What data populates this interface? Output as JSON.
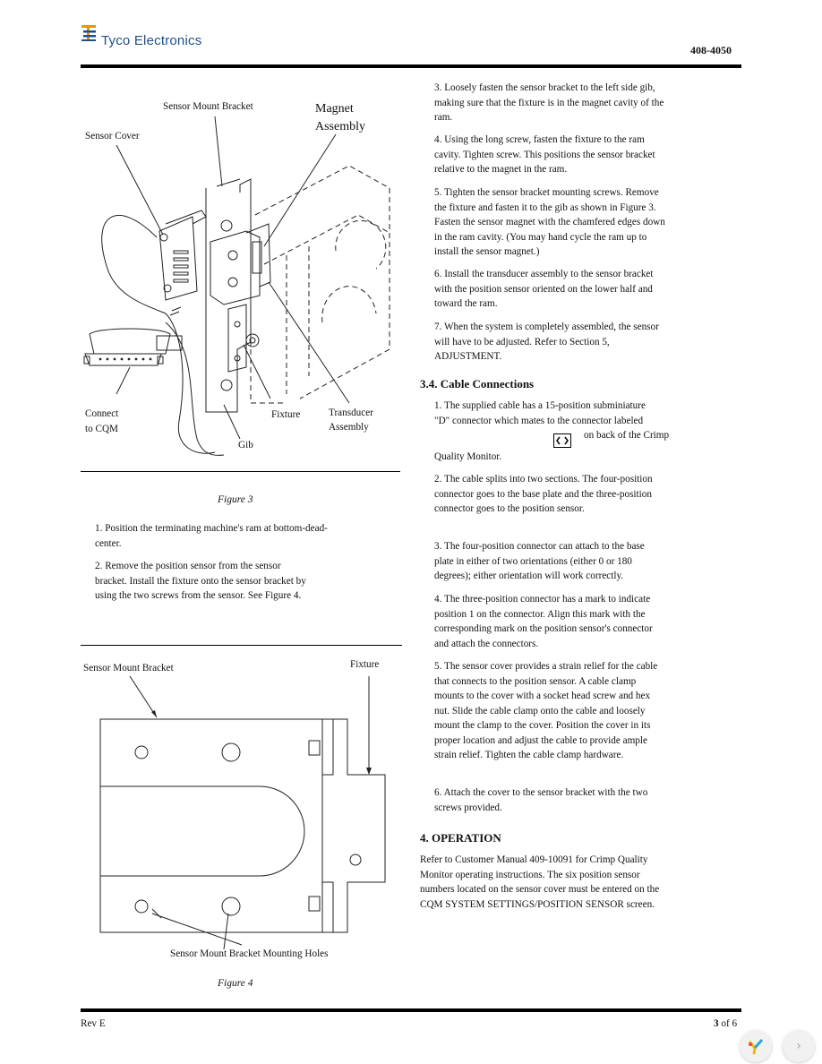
{
  "header": {
    "company": "Tyco Electronics",
    "doc_number": "408-4050"
  },
  "figure3": {
    "labels": {
      "sensor_mount_bracket": "Sensor Mount Bracket",
      "magnet": "Magnet",
      "assembly": "Assembly",
      "sensor_cover": "Sensor Cover",
      "connect": "Connect",
      "to_cqm": "to CQM",
      "fixture": "Fixture",
      "transducer": "Transducer",
      "transducer_assembly": "Assembly",
      "gib": "Gib"
    },
    "caption": "Figure 3"
  },
  "left_steps": [
    "1. Position the terminating machine's ram at bottom-dead-center.",
    "2. Remove the position sensor from the sensor bracket. Install the fixture onto the sensor bracket by using the two screws from the sensor. See Figure 4."
  ],
  "figure4": {
    "labels": {
      "sensor_mount_bracket": "Sensor Mount Bracket",
      "fixture": "Fixture",
      "mounting_holes": "Sensor Mount Bracket Mounting Holes"
    },
    "caption": "Figure 4"
  },
  "right_steps_top": [
    "3. Loosely fasten the sensor bracket to the left side gib, making sure that the fixture is in the magnet cavity of the ram.",
    "4. Using the long screw, fasten the fixture to the ram cavity. Tighten screw. This positions the sensor bracket relative to the magnet in the ram.",
    "5. Tighten the sensor bracket mounting screws. Remove the fixture and fasten it to the gib as shown in Figure 3. Fasten the sensor magnet with the chamfered edges down in the ram cavity. (You may hand cycle the ram up to install the sensor magnet.)",
    "6. Install the transducer assembly to the sensor bracket with the position sensor oriented on the lower half and toward the ram.",
    "7. When the system is completely assembled, the sensor will have to be adjusted. Refer to Section 5, ADJUSTMENT."
  ],
  "section_34": {
    "heading": "3.4. Cable Connections",
    "step1_a": "1. The supplied cable has a 15-position subminiature \"D\" connector which mates to the connector labeled",
    "step1_b": "on back of the Crimp",
    "step1_c": "Quality Monitor.",
    "steps": [
      "2. The cable splits into two sections. The four-position connector goes to the base plate and the three-position connector goes to the position sensor.",
      "3. The four-position connector can attach to the base plate in either of two orientations (either 0 or 180 degrees); either orientation will work correctly.",
      "4. The three-position connector has a mark to indicate position 1 on the connector. Align this mark with the corresponding mark on the position sensor's connector and attach the connectors.",
      "5. The sensor cover provides a strain relief for the cable that connects to the position sensor. A cable clamp mounts to the cover with a socket head screw and hex nut. Slide the cable clamp onto the cable and loosely mount the clamp to the cover. Position the cover in its proper location and adjust the cable to provide ample strain relief. Tighten the cable clamp hardware.",
      "6. Attach the cover to the sensor bracket with the two screws provided."
    ]
  },
  "section_4": {
    "heading": "4. OPERATION",
    "body": "Refer to Customer Manual 409-10091 for Crimp Quality Monitor operating instructions. The six position sensor numbers located on the sensor cover must be entered on the CQM SYSTEM SETTINGS/POSITION SENSOR screen."
  },
  "footer": {
    "rev": "Rev E",
    "page_num": "3",
    "page_of": "of 6"
  },
  "icons": {
    "brand_color": "#1f4f8a",
    "logo_orange": "#f39200"
  }
}
